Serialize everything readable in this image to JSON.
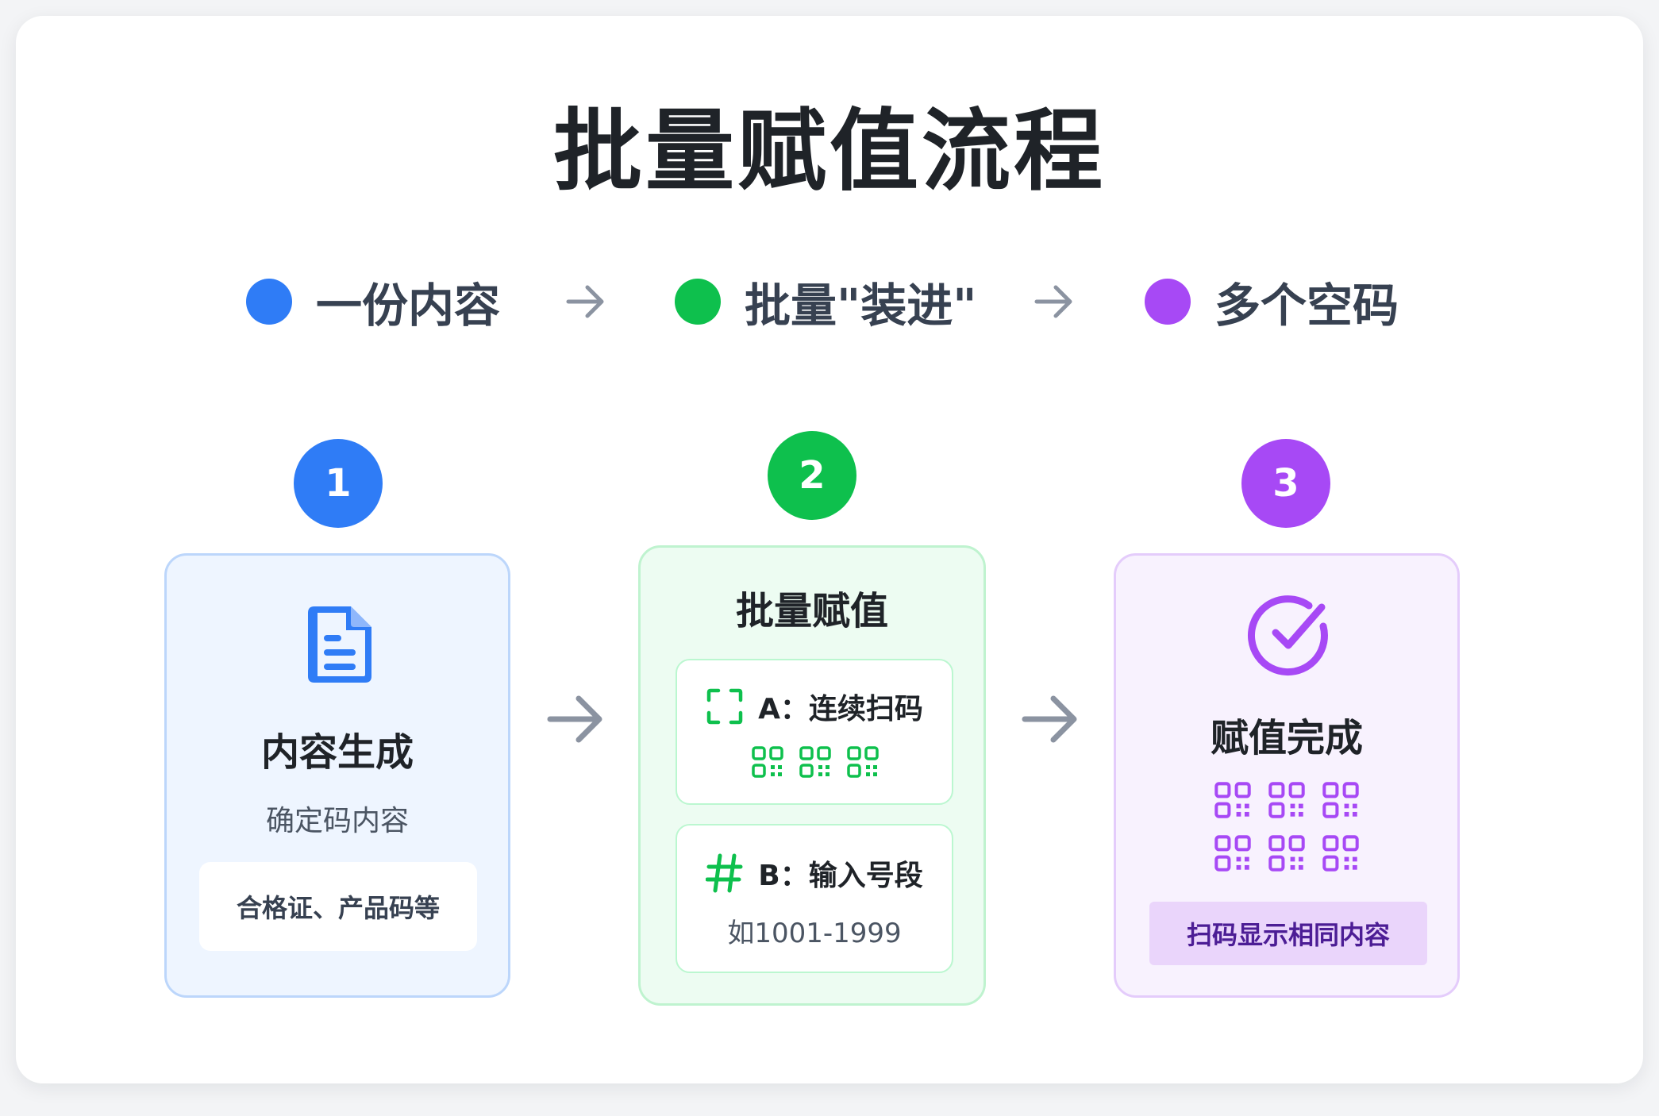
{
  "title": "批量赋值流程",
  "legend": [
    {
      "label": "一份内容",
      "color": "#2f7cf6"
    },
    {
      "label": "批量\"装进\"",
      "color": "#0ec04d"
    },
    {
      "label": "多个空码",
      "color": "#a749f5"
    }
  ],
  "steps": [
    {
      "number": "1",
      "color": "#2f7cf6",
      "title": "内容生成",
      "subtitle": "确定码内容",
      "note": "合格证、产品码等",
      "icon": "document-icon"
    },
    {
      "number": "2",
      "color": "#0ec04d",
      "title": "批量赋值",
      "mode_a": {
        "label": "A：连续扫码",
        "icon": "scan-frame-icon"
      },
      "mode_b": {
        "label": "B：输入号段",
        "range": "如1001-1999",
        "icon": "hash-icon"
      }
    },
    {
      "number": "3",
      "color": "#a749f5",
      "title": "赋值完成",
      "icon": "check-circle-icon",
      "result": "扫码显示相同内容"
    }
  ],
  "colors": {
    "blue_bg": "#eef5ff",
    "blue_border": "#bcd6fb",
    "green_bg": "#edfcf2",
    "green_border": "#bff3cf",
    "purple_bg": "#f8f2fe",
    "purple_border": "#e4ccfb",
    "arrow": "#8b93a1"
  }
}
